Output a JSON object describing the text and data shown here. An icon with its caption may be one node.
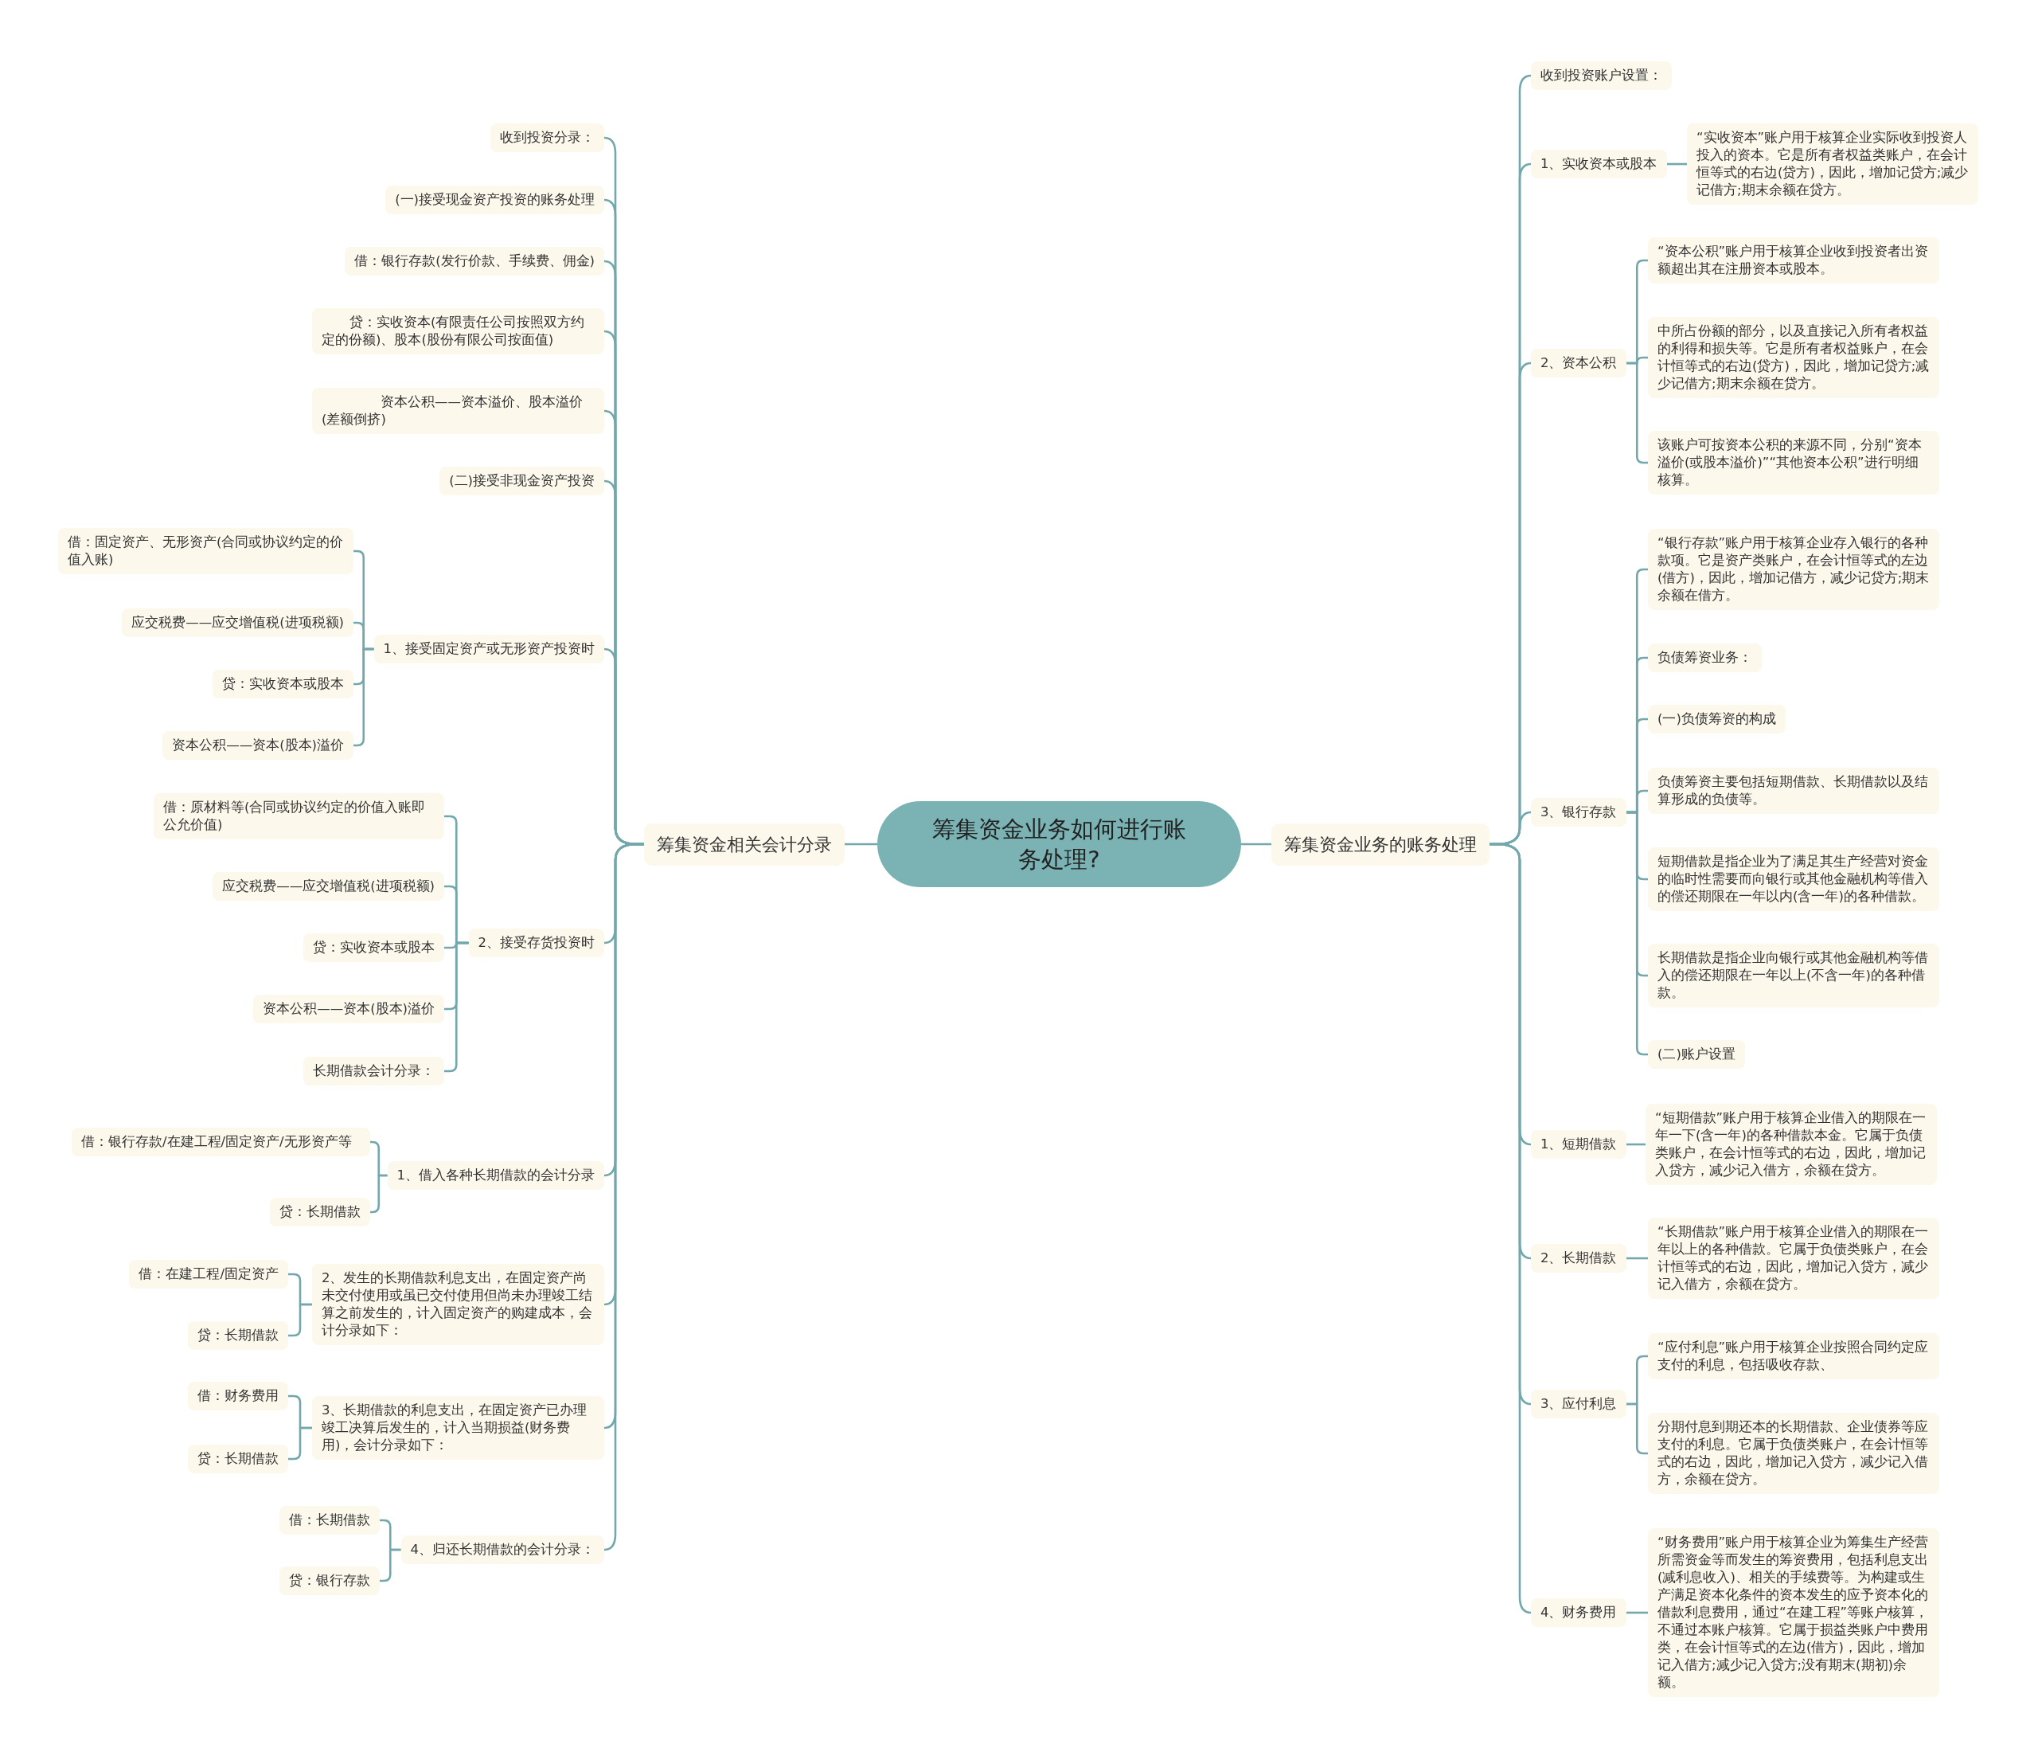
{
  "diagram": {
    "nodes": [
      {
        "text": [
          "筹集资金业务如何进行账务处理?"
        ]
      },
      {
        "text": [
          "筹集资金相关会计分录"
        ]
      },
      {
        "text": [
          "收到投资分录："
        ]
      },
      {
        "text": [
          "(一)接受现金资产投资的账务处理"
        ]
      },
      {
        "text": [
          "借：银行存款(发行价款、手续费、佣金)"
        ]
      },
      {
        "text": [
          "贷：实收资本(有限责任公司按照双方约定的份额)、股本(股份有限公司按面值)"
        ]
      },
      {
        "text": [
          "资本公积——资本溢价、股本溢价(差额倒挤)"
        ]
      },
      {
        "text": [
          "(二)接受非现金资产投资"
        ]
      },
      {
        "text": [
          "1、接受固定资产或无形资产投资时"
        ]
      },
      {
        "text": [
          "借：固定资产、无形资产(合同或协议约定的价值入账)"
        ]
      },
      {
        "text": [
          "应交税费——应交增值税(进项税额)"
        ]
      },
      {
        "text": [
          "贷：实收资本或股本"
        ]
      },
      {
        "text": [
          "资本公积——资本(股本)溢价"
        ]
      },
      {
        "text": [
          "2、接受存货投资时"
        ]
      },
      {
        "text": [
          "借：原材料等(合同或协议约定的价值入账即公允价值)"
        ]
      },
      {
        "text": [
          "应交税费——应交增值税(进项税额)"
        ]
      },
      {
        "text": [
          "贷：实收资本或股本"
        ]
      },
      {
        "text": [
          "资本公积——资本(股本)溢价"
        ]
      },
      {
        "text": [
          "长期借款会计分录："
        ]
      },
      {
        "text": [
          "1、借入各种长期借款的会计分录"
        ]
      },
      {
        "text": [
          "借：银行存款/在建工程/固定资产/无形资产等"
        ]
      },
      {
        "text": [
          "贷：长期借款"
        ]
      },
      {
        "text": [
          "2、发生的长期借款利息支出，在固定资产尚未交付使用或虽已交付使用但尚未办理竣工结算之前发生的，计入固定资产的购建成本，会计分录如下："
        ]
      },
      {
        "text": [
          "借：在建工程/固定资产"
        ]
      },
      {
        "text": [
          "贷：长期借款"
        ]
      },
      {
        "text": [
          "3、长期借款的利息支出，在固定资产已办理竣工决算后发生的，计入当期损益(财务费用)，会计分录如下："
        ]
      },
      {
        "text": [
          "借：财务费用"
        ]
      },
      {
        "text": [
          "贷：长期借款"
        ]
      },
      {
        "text": [
          "4、归还长期借款的会计分录："
        ]
      },
      {
        "text": [
          "借：长期借款"
        ]
      },
      {
        "text": [
          "贷：银行存款"
        ]
      },
      {
        "text": [
          "筹集资金业务的账务处理"
        ]
      },
      {
        "text": [
          "收到投资账户设置："
        ]
      },
      {
        "text": [
          "1、实收资本或股本"
        ]
      },
      {
        "text": [
          "“实收资本”账户用于核算企业实际收到投资人投入的资本。它是所有者权益类账户，在会计恒等式的右边(贷方)，因此，增加记贷方;减少记借方;期末余额在贷方。"
        ]
      },
      {
        "text": [
          "2、资本公积"
        ]
      },
      {
        "text": [
          "“资本公积”账户用于核算企业收到投资者出资额超出其在注册资本或股本。"
        ]
      },
      {
        "text": [
          "中所占份额的部分，以及直接记入所有者权益的利得和损失等。它是所有者权益账户，在会计恒等式的右边(贷方)，因此，增加记贷方;减少记借方;期末余额在贷方。"
        ]
      },
      {
        "text": [
          "该账户可按资本公积的来源不同，分别“资本溢价(或股本溢价)”“其他资本公积”进行明细核算。"
        ]
      },
      {
        "text": [
          "3、银行存款"
        ]
      },
      {
        "text": [
          "“银行存款”账户用于核算企业存入银行的各种款项。它是资产类账户，在会计恒等式的左边(借方)，因此，增加记借方，减少记贷方;期末余额在借方。"
        ]
      },
      {
        "text": [
          "负债筹资业务："
        ]
      },
      {
        "text": [
          "(一)负债筹资的构成"
        ]
      },
      {
        "text": [
          "负债筹资主要包括短期借款、长期借款以及结算形成的负债等。"
        ]
      },
      {
        "text": [
          "短期借款是指企业为了满足其生产经营对资金的临时性需要而向银行或其他金融机构等借入的偿还期限在一年以内(含一年)的各种借款。"
        ]
      },
      {
        "text": [
          "长期借款是指企业向银行或其他金融机构等借入的偿还期限在一年以上(不含一年)的各种借款。"
        ]
      },
      {
        "text": [
          "(二)账户设置"
        ]
      },
      {
        "text": [
          "1、短期借款"
        ]
      },
      {
        "text": [
          "“短期借款”账户用于核算企业借入的期限在一年一下(含一年)的各种借款本金。它属于负债类账户，在会计恒等式的右边，因此，增加记入贷方，减少记入借方，余额在贷方。"
        ]
      },
      {
        "text": [
          "2、长期借款"
        ]
      },
      {
        "text": [
          "“长期借款”账户用于核算企业借入的期限在一年以上的各种借款。它属于负债类账户，在会计恒等式的右边，因此，增加记入贷方，减少记入借方，余额在贷方。"
        ]
      },
      {
        "text": [
          "3、应付利息"
        ]
      },
      {
        "text": [
          "“应付利息”账户用于核算企业按照合同约定应支付的利息，包括吸收存款、"
        ]
      },
      {
        "text": [
          "分期付息到期还本的长期借款、企业债券等应支付的利息。它属于负债类账户，在会计恒等式的右边，因此，增加记入贷方，减少记入借方，余额在贷方。"
        ]
      },
      {
        "text": [
          "4、财务费用"
        ]
      },
      {
        "text": [
          "“财务费用”账户用于核算企业为筹集生产经营所需资金等而发生的筹资费用，包括利息支出(减利息收入)、相关的手续费等。为构建或生产满足资本化条件的资本发生的应予资本化的借款利息费用，通过“在建工程”等账户核算，不通过本账户核算。它属于损益类账户中费用类，在会计恒等式的左边(借方)，因此，增加记入借方;减少记入贷方;没有期末(期初)余额。"
        ]
      }
    ],
    "edges": [
      {
        "from": 0,
        "to": 1,
        "arrow": "none"
      },
      {
        "from": 1,
        "to": 2,
        "arrow": "none"
      },
      {
        "from": 1,
        "to": 3,
        "arrow": "none"
      },
      {
        "from": 1,
        "to": 4,
        "arrow": "none"
      },
      {
        "from": 1,
        "to": 5,
        "arrow": "none"
      },
      {
        "from": 1,
        "to": 6,
        "arrow": "none"
      },
      {
        "from": 1,
        "to": 7,
        "arrow": "none"
      },
      {
        "from": 1,
        "to": 8,
        "arrow": "none"
      },
      {
        "from": 8,
        "to": 9,
        "arrow": "none"
      },
      {
        "from": 8,
        "to": 10,
        "arrow": "none"
      },
      {
        "from": 8,
        "to": 11,
        "arrow": "none"
      },
      {
        "from": 8,
        "to": 12,
        "arrow": "none"
      },
      {
        "from": 1,
        "to": 13,
        "arrow": "none"
      },
      {
        "from": 13,
        "to": 14,
        "arrow": "none"
      },
      {
        "from": 13,
        "to": 15,
        "arrow": "none"
      },
      {
        "from": 13,
        "to": 16,
        "arrow": "none"
      },
      {
        "from": 13,
        "to": 17,
        "arrow": "none"
      },
      {
        "from": 13,
        "to": 18,
        "arrow": "none"
      },
      {
        "from": 1,
        "to": 19,
        "arrow": "none"
      },
      {
        "from": 19,
        "to": 20,
        "arrow": "none"
      },
      {
        "from": 19,
        "to": 21,
        "arrow": "none"
      },
      {
        "from": 1,
        "to": 22,
        "arrow": "none"
      },
      {
        "from": 22,
        "to": 23,
        "arrow": "none"
      },
      {
        "from": 22,
        "to": 24,
        "arrow": "none"
      },
      {
        "from": 1,
        "to": 25,
        "arrow": "none"
      },
      {
        "from": 25,
        "to": 26,
        "arrow": "none"
      },
      {
        "from": 25,
        "to": 27,
        "arrow": "none"
      },
      {
        "from": 1,
        "to": 28,
        "arrow": "none"
      },
      {
        "from": 28,
        "to": 29,
        "arrow": "none"
      },
      {
        "from": 28,
        "to": 30,
        "arrow": "none"
      },
      {
        "from": 0,
        "to": 31,
        "arrow": "none"
      },
      {
        "from": 31,
        "to": 32,
        "arrow": "none"
      },
      {
        "from": 31,
        "to": 33,
        "arrow": "none"
      },
      {
        "from": 33,
        "to": 34,
        "arrow": "none"
      },
      {
        "from": 31,
        "to": 35,
        "arrow": "none"
      },
      {
        "from": 35,
        "to": 36,
        "arrow": "none"
      },
      {
        "from": 35,
        "to": 37,
        "arrow": "none"
      },
      {
        "from": 35,
        "to": 38,
        "arrow": "none"
      },
      {
        "from": 31,
        "to": 39,
        "arrow": "none"
      },
      {
        "from": 39,
        "to": 40,
        "arrow": "none"
      },
      {
        "from": 39,
        "to": 41,
        "arrow": "none"
      },
      {
        "from": 39,
        "to": 42,
        "arrow": "none"
      },
      {
        "from": 39,
        "to": 43,
        "arrow": "none"
      },
      {
        "from": 39,
        "to": 44,
        "arrow": "none"
      },
      {
        "from": 39,
        "to": 45,
        "arrow": "none"
      },
      {
        "from": 39,
        "to": 46,
        "arrow": "none"
      },
      {
        "from": 31,
        "to": 47,
        "arrow": "none"
      },
      {
        "from": 47,
        "to": 48,
        "arrow": "none"
      },
      {
        "from": 31,
        "to": 49,
        "arrow": "none"
      },
      {
        "from": 49,
        "to": 50,
        "arrow": "none"
      },
      {
        "from": 31,
        "to": 51,
        "arrow": "none"
      },
      {
        "from": 51,
        "to": 52,
        "arrow": "none"
      },
      {
        "from": 51,
        "to": 53,
        "arrow": "none"
      },
      {
        "from": 31,
        "to": 54,
        "arrow": "none"
      },
      {
        "from": 54,
        "to": 55,
        "arrow": "none"
      }
    ]
  }
}
